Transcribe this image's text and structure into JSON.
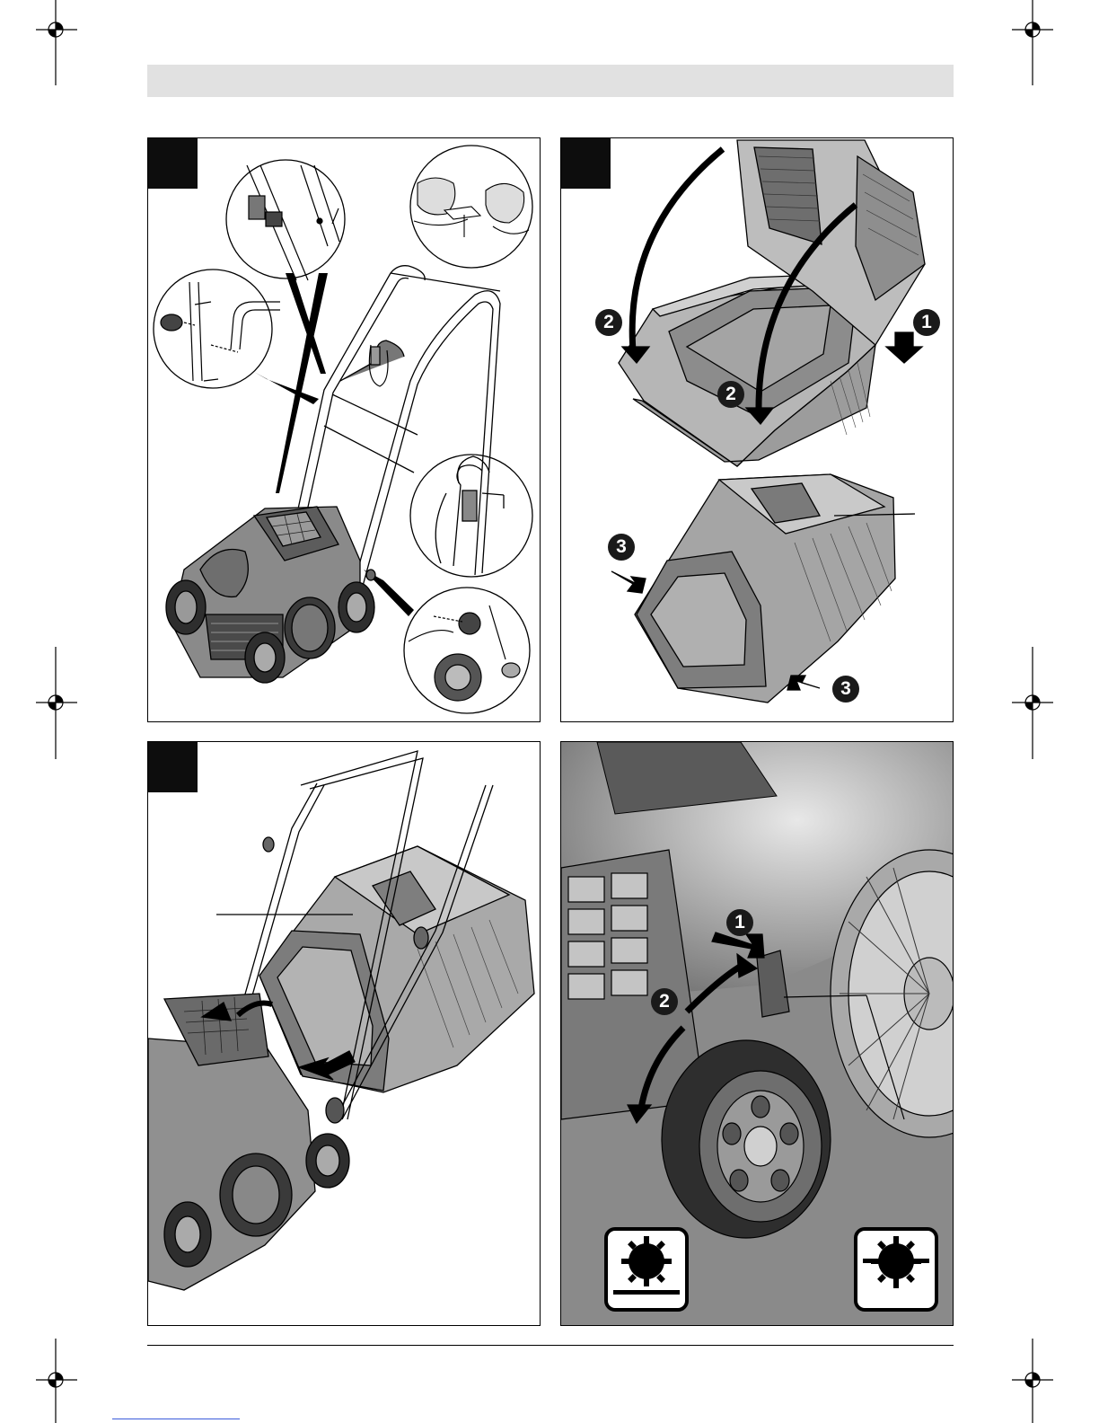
{
  "page": {
    "header_text": "",
    "footer_text": ""
  },
  "panels": [
    {
      "id": "panel-1",
      "number_tab": "",
      "callouts": [],
      "description_icons": [
        "lawn-raker-assembly",
        "handle-screw-detail",
        "plug-connection-detail",
        "cable-strain-relief-detail",
        "wheel-mount-detail"
      ]
    },
    {
      "id": "panel-2",
      "number_tab": "",
      "step_markers": [
        "2",
        "1",
        "2",
        "3",
        "3"
      ],
      "description_icons": [
        "grass-box-lid",
        "grass-box-assembled"
      ]
    },
    {
      "id": "panel-3",
      "number_tab": "",
      "description_icons": [
        "attach-grass-box",
        "lift-flap-arrow",
        "insert-arrow"
      ]
    },
    {
      "id": "panel-4",
      "number_tab": "",
      "step_markers": [
        "1",
        "2"
      ],
      "description_icons": [
        "height-adjust-lever",
        "position-low-icon",
        "position-high-icon"
      ]
    }
  ],
  "colors": {
    "header_bar": "#e1e1e1",
    "ink": "#000000",
    "tab": "#0d0d0d",
    "shade_dark": "#555555",
    "shade_mid": "#8a8a8a",
    "shade_light": "#c8c8c8"
  }
}
